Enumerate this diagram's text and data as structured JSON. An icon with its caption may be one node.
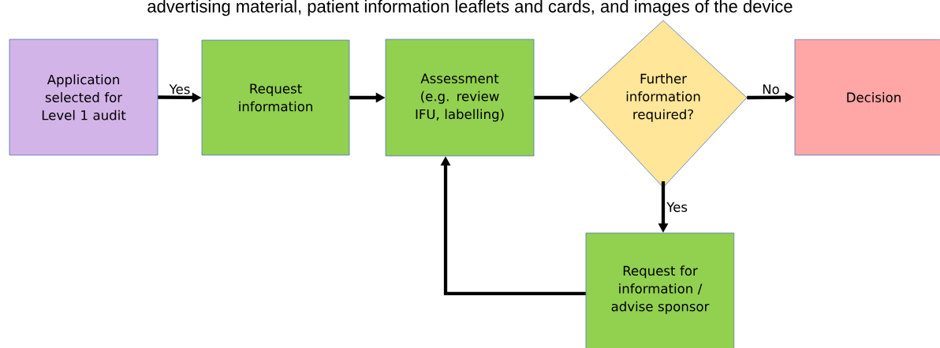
{
  "diagram": {
    "nodes": [
      {
        "text": [
          "Application selected for Level 1 audit"
        ]
      },
      {
        "text": [
          "Request information"
        ]
      },
      {
        "text": [
          "Assessment (e.g. review IFU, labelling)"
        ]
      },
      {
        "text": [
          "Further information required?"
        ]
      },
      {
        "text": [
          "Decision"
        ]
      },
      {
        "text": [
          "Request for information / advise sponsor"
        ]
      }
    ],
    "edges": [
      {
        "from": 0,
        "to": 1,
        "arrow": "to",
        "label": "Yes"
      },
      {
        "from": 1,
        "to": 2,
        "arrow": "to"
      },
      {
        "from": 2,
        "to": 3,
        "arrow": "to"
      },
      {
        "from": 3,
        "to": 4,
        "arrow": "to",
        "label": "No"
      },
      {
        "from": 3,
        "to": 5,
        "arrow": "to",
        "label": "Yes"
      },
      {
        "from": 5,
        "to": 2,
        "arrow": "to"
      }
    ],
    "labels": [
      "advertising material, patient information leaflets and cards, and images of the device"
    ]
  }
}
